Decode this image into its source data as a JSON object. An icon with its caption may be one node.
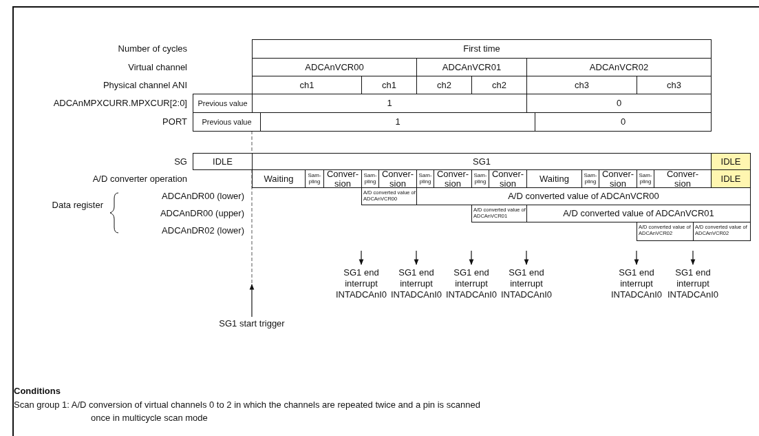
{
  "diagram": {
    "nodes": [
      {
        "text": [
          "SG1 end interrupt INTADCAnI0"
        ]
      },
      {
        "text": [
          "SG1 end interrupt INTADCAnI0"
        ]
      },
      {
        "text": [
          "SG1 end interrupt INTADCAnI0"
        ]
      },
      {
        "text": [
          "SG1 end interrupt INTADCAnI0"
        ]
      },
      {
        "text": [
          "SG1 end interrupt INTADCAnI0"
        ]
      },
      {
        "text": [
          "SG1 end interrupt INTADCAnI0"
        ]
      },
      {
        "text": [
          "SG1 start trigger"
        ]
      }
    ],
    "edges": [
      {
        "from": null,
        "to": 0,
        "arrow": "to"
      },
      {
        "from": null,
        "to": 1,
        "arrow": "to"
      },
      {
        "from": null,
        "to": 2,
        "arrow": "to"
      },
      {
        "from": null,
        "to": 3,
        "arrow": "to"
      },
      {
        "from": null,
        "to": 4,
        "arrow": "to"
      },
      {
        "from": null,
        "to": 5,
        "arrow": "to"
      },
      {
        "from": 6,
        "to": null,
        "arrow": "to"
      }
    ],
    "labels": [
      "Number of cycles",
      "First time",
      "Virtual channel",
      "ADCAnVCR00",
      "ADCAnVCR01",
      "ADCAnVCR02",
      "Physical channel ANI",
      "ch1",
      "ch1",
      "ch2",
      "ch2",
      "ch3",
      "ch3",
      "ADCAnMPXCURR.MPXCUR[2:0]",
      "Previous value",
      "1",
      "0",
      "PORT",
      "Previous value",
      "1",
      "0",
      "SG",
      "IDLE",
      "SG1",
      "IDLE",
      "A/D converter operation",
      "Waiting",
      "Sam-pling",
      "Conver-sion",
      "Sam-pling",
      "Conver-sion",
      "Sam-pling",
      "Conver-sion",
      "Sam-pling",
      "Conver-sion",
      "Waiting",
      "Sam-pling",
      "Conver-sion",
      "Sam-pling",
      "Conver-sion",
      "IDLE",
      "Data register",
      "ADCAnDR00 (lower)",
      "A/D converted value of ADCAnVCR00",
      "A/D converted value of ADCAnVCR00",
      "ADCAnDR00 (upper)",
      "A/D converted value of ADCAnVCR01",
      "A/D converted value of ADCAnVCR01",
      "ADCAnDR02 (lower)",
      "A/D converted value of ADCAnVCR02",
      "A/D converted value of ADCAnVCR02",
      "Conditions",
      "Scan group 1: A/D conversion of virtual channels 0 to 2 in which the channels are repeated twice and a pin is scanned once in multicycle scan mode"
    ]
  }
}
